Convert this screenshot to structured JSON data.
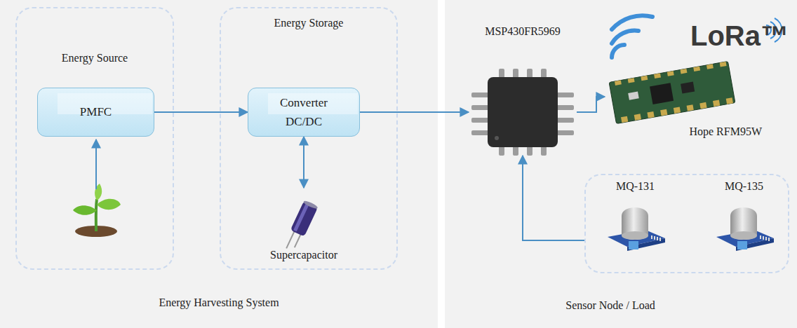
{
  "diagram": {
    "nodes": [
      {
        "text": [
          "Energy Harvesting System"
        ]
      },
      {
        "text": [
          "Energy Source"
        ],
        "in": 0
      },
      {
        "text": [
          "PMFC"
        ],
        "in": 1
      },
      {
        "text": [
          "Energy Storage"
        ],
        "in": 0
      },
      {
        "text": [
          "Converter DC/DC"
        ],
        "in": 3
      },
      {
        "text": [
          "Supercapacitor"
        ],
        "in": 3
      },
      {
        "text": [
          "Sensor Node / Load"
        ]
      },
      {
        "text": [
          "MSP430FR5969"
        ],
        "in": 6
      },
      {
        "text": [
          "Hope RFM95W"
        ],
        "in": 6
      },
      {
        "text": [],
        "in": 6
      },
      {
        "text": [
          "MQ-131"
        ],
        "in": 9
      },
      {
        "text": [
          "MQ-135"
        ],
        "in": 9
      }
    ],
    "edges": [
      {
        "from": 2,
        "to": 4,
        "arrow": "to"
      },
      {
        "from": 4,
        "to": 5,
        "arrow": "both"
      },
      {
        "from": 4,
        "to": 7,
        "arrow": "to"
      },
      {
        "from": 7,
        "to": 8,
        "arrow": "to"
      },
      {
        "from": 9,
        "to": 7,
        "arrow": "to"
      }
    ],
    "labels": [
      "LoRa™"
    ]
  }
}
